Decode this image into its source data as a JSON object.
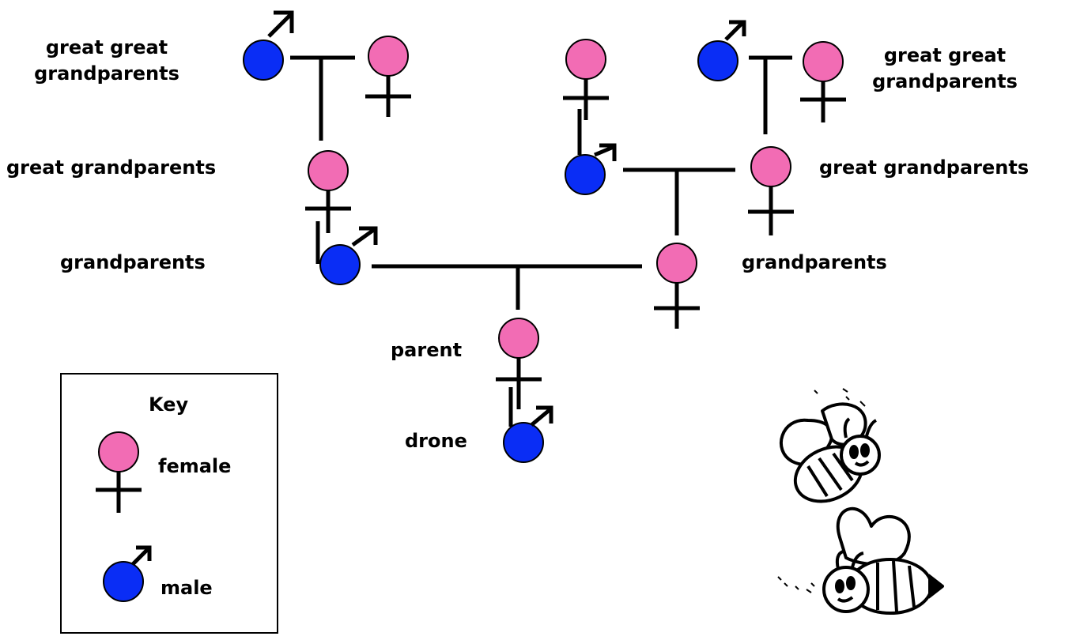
{
  "labels": {
    "ggp_left": "great great grandparents",
    "ggp_right": "great great grandparents",
    "gp_left": "great grandparents",
    "gp_right": "great grandparents",
    "grandparents_left": "grandparents",
    "grandparents_right": "grandparents",
    "parent": "parent",
    "drone": "drone"
  },
  "key": {
    "title": "Key",
    "female": "female",
    "male": "male"
  },
  "colors": {
    "female": "#f26cb4",
    "male": "#0a2df5",
    "line": "#000000"
  }
}
